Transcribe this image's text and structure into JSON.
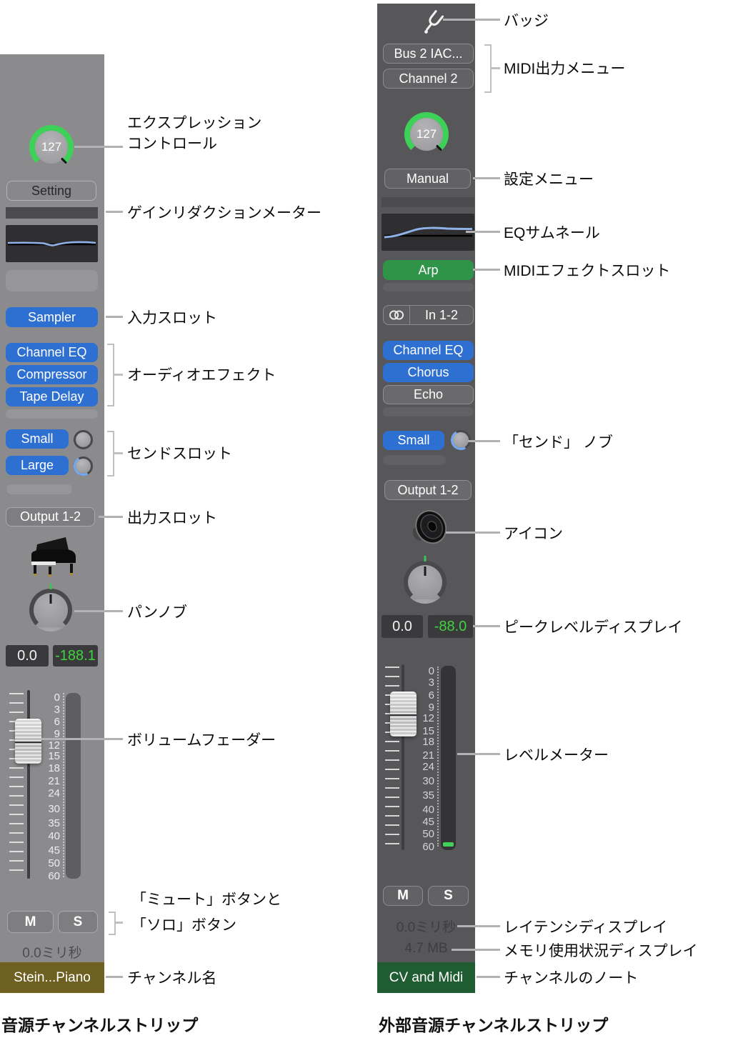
{
  "colors": {
    "blue_slot": "#2e6fd2",
    "green_slot": "#2f9447",
    "knob_ring_green": "#3ed158",
    "peak_green": "#3fd43f",
    "left_strip_bg": "#8b8b8d",
    "right_strip_bg": "#57575a",
    "left_name_bg": "#6e6020",
    "right_note_bg": "#205c31",
    "callout_line": "#b2b2b4"
  },
  "icons": {
    "badge": "tuning-fork",
    "left_channel_icon": "grand-piano",
    "right_channel_icon": "speaker",
    "input_format": "interlocked-circles-stereo"
  },
  "left_strip": {
    "expression_value": "127",
    "setting_button": "Setting",
    "input_slot": "Sampler",
    "audio_effects": [
      "Channel EQ",
      "Compressor",
      "Tape Delay"
    ],
    "send_slots": [
      "Small",
      "Large"
    ],
    "output_slot": "Output 1-2",
    "pan_display": "0.0",
    "peak_display": "-188.1",
    "mute_button": "M",
    "solo_button": "S",
    "latency_display": "0.0ミリ秒",
    "channel_name": "Stein...Piano",
    "caption": "音源チャンネルストリップ",
    "scale": [
      "0",
      "3",
      "6",
      "9",
      "12",
      "15",
      "18",
      "21",
      "24",
      "30",
      "35",
      "40",
      "45",
      "50",
      "60"
    ]
  },
  "right_strip": {
    "midi_out_port": "Bus 2 IAC...",
    "midi_out_channel": "Channel 2",
    "expression_value": "127",
    "setting_menu": "Manual",
    "midi_effect_slot": "Arp",
    "input_format": "In 1-2",
    "audio_effects": [
      "Channel EQ",
      "Chorus",
      "Echo"
    ],
    "send_slot": "Small",
    "output_slot": "Output 1-2",
    "pan_display": "0.0",
    "peak_display": "-88.0",
    "mute_button": "M",
    "solo_button": "S",
    "latency_display": "0.0ミリ秒",
    "memory_display": "4.7 MB",
    "channel_note": "CV and Midi",
    "caption": "外部音源チャンネルストリップ",
    "scale": [
      "0",
      "3",
      "6",
      "9",
      "12",
      "15",
      "18",
      "21",
      "24",
      "30",
      "35",
      "40",
      "45",
      "50",
      "60"
    ]
  },
  "callouts_left": [
    {
      "text": "エクスプレッション\nコントロール"
    },
    {
      "text": "ゲインリダクションメーター"
    },
    {
      "text": "入力スロット"
    },
    {
      "text": "オーディオエフェクト"
    },
    {
      "text": "センドスロット"
    },
    {
      "text": "出力スロット"
    },
    {
      "text": "パンノブ"
    },
    {
      "text": "ボリュームフェーダー"
    },
    {
      "text": "「ミュート」ボタンと\n「ソロ」ボタン"
    },
    {
      "text": "チャンネル名"
    }
  ],
  "callouts_right": [
    {
      "text": "バッジ"
    },
    {
      "text": "MIDI出力メニュー"
    },
    {
      "text": "設定メニュー"
    },
    {
      "text": "EQサムネール"
    },
    {
      "text": "MIDIエフェクトスロット"
    },
    {
      "text": "「センド」 ノブ"
    },
    {
      "text": "アイコン"
    },
    {
      "text": "ピークレベルディスプレイ"
    },
    {
      "text": "レベルメーター"
    },
    {
      "text": "レイテンシディスプレイ"
    },
    {
      "text": "メモリ使用状況ディスプレイ"
    },
    {
      "text": "チャンネルのノート"
    }
  ]
}
